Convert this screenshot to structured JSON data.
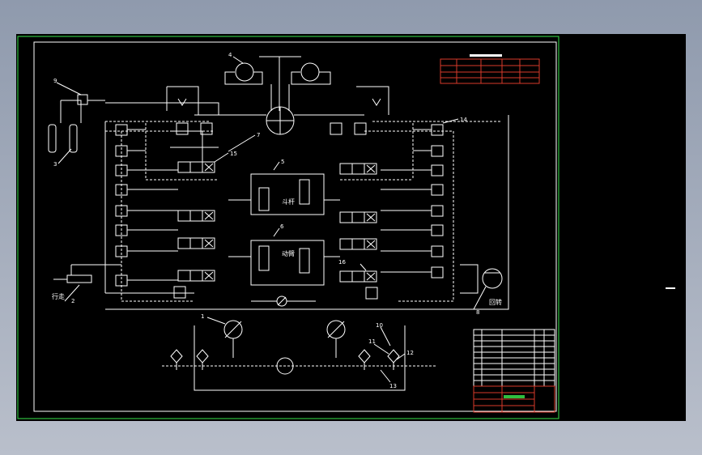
{
  "drawing": {
    "background": "#000000",
    "frame_color": "#2fbf3f",
    "line_color": "#ffffff",
    "callouts": [
      "1",
      "2",
      "3",
      "4",
      "5",
      "6",
      "7",
      "8",
      "9",
      "10",
      "11",
      "12",
      "13",
      "14",
      "15",
      "16"
    ],
    "labels": {
      "bucket_cylinder": "斗杆",
      "boom_cylinder": "动臂",
      "travel": "行走",
      "swing": "回转"
    }
  }
}
